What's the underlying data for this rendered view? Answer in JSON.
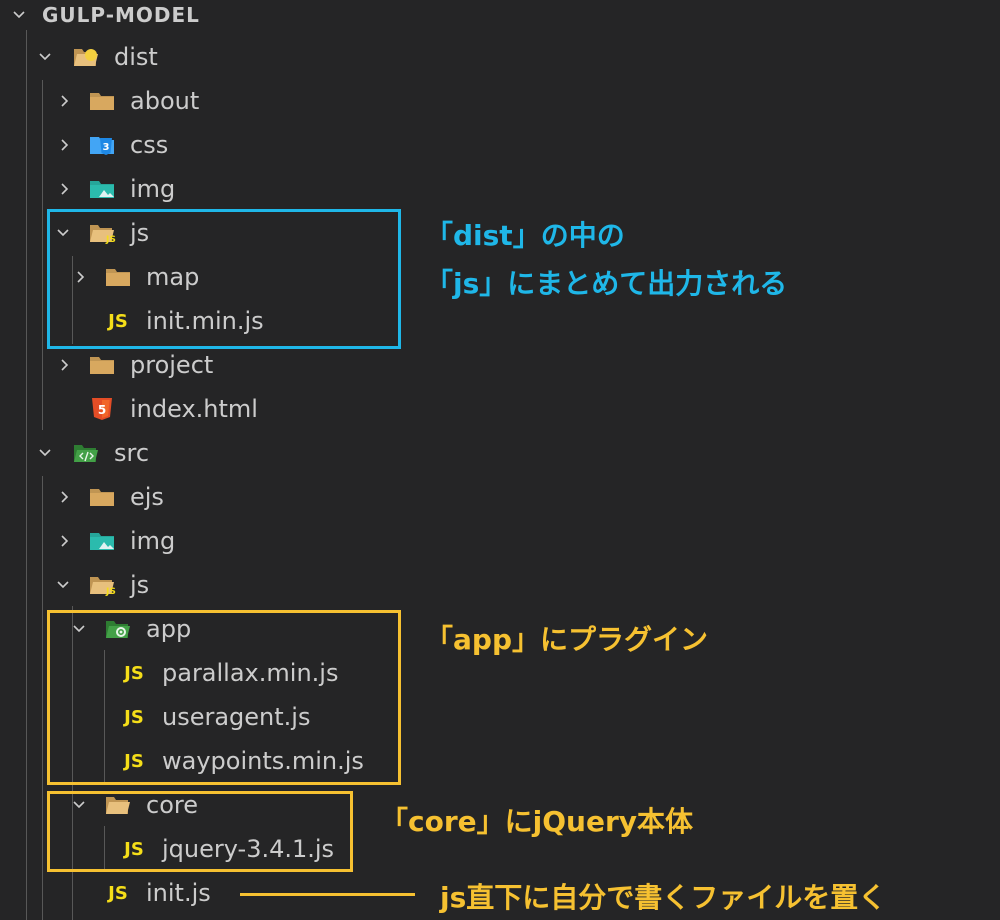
{
  "root": {
    "label": "GULP-MODEL"
  },
  "tree": {
    "dist": {
      "label": "dist"
    },
    "dist_about": {
      "label": "about"
    },
    "dist_css": {
      "label": "css"
    },
    "dist_img": {
      "label": "img"
    },
    "dist_js": {
      "label": "js"
    },
    "dist_js_map": {
      "label": "map"
    },
    "dist_js_init": {
      "label": "init.min.js"
    },
    "dist_project": {
      "label": "project"
    },
    "dist_index": {
      "label": "index.html"
    },
    "src": {
      "label": "src"
    },
    "src_ejs": {
      "label": "ejs"
    },
    "src_img": {
      "label": "img"
    },
    "src_js": {
      "label": "js"
    },
    "src_js_app": {
      "label": "app"
    },
    "src_js_app_parallax": {
      "label": "parallax.min.js"
    },
    "src_js_app_useragent": {
      "label": "useragent.js"
    },
    "src_js_app_waypoints": {
      "label": "waypoints.min.js"
    },
    "src_js_core": {
      "label": "core"
    },
    "src_js_core_jquery": {
      "label": "jquery-3.4.1.js"
    },
    "src_js_init": {
      "label": "init.js"
    }
  },
  "icons": {
    "js_file": "JS",
    "css_badge": "3",
    "html_badge": "5"
  },
  "annotations": {
    "dist_js_note_line1": "「dist」の中の",
    "dist_js_note_line2": "「js」にまとめて出力される",
    "app_note": "「app」にプラグイン",
    "core_note": "「core」にjQuery本体",
    "init_note": "js直下に自分で書くファイルを置く"
  },
  "colors": {
    "background": "#252526",
    "text": "#cccccc",
    "blue_annotation": "#1fb7e8",
    "yellow_annotation": "#f6c131",
    "js_icon": "#f5de19",
    "folder": "#c09553"
  }
}
